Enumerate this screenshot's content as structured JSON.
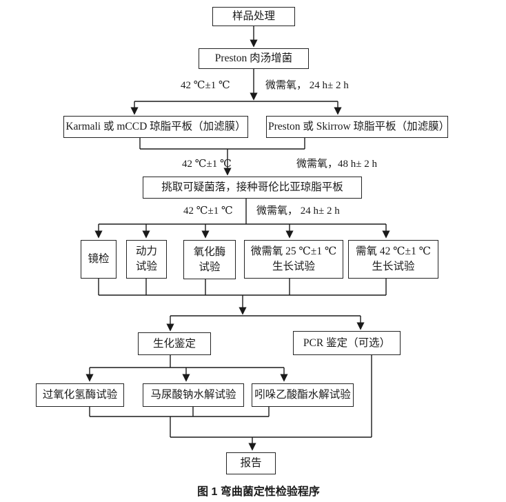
{
  "page": {
    "background": "#ffffff",
    "line_color": "#1a1a1a",
    "caption": "图 1 弯曲菌定性检验程序"
  },
  "nodes": {
    "sample": "样品处理",
    "enrichment": "Preston 肉汤增菌",
    "plate_karmali": "Karmali 或 mCCD 琼脂平板（加滤膜）",
    "plate_preston": "Preston 或 Skirrow 琼脂平板（加滤膜）",
    "pick_colonies": "挑取可疑菌落，接种哥伦比亚琼脂平板",
    "microscopy": "镜检",
    "motility": "动力\n试验",
    "oxidase": "氧化酶\n试验",
    "microaerobic_growth": "微需氧 25 ℃±1 ℃\n生长试验",
    "aerobic_growth": "需氧 42 ℃±1 ℃\n生长试验",
    "biochemical": "生化鉴定",
    "pcr": "PCR 鉴定（可选）",
    "catalase": "过氧化氢酶试验",
    "hippurate": "马尿酸钠水解试验",
    "indoxyl": "吲哚乙酸酯水解试验",
    "report": "报告"
  },
  "conditions": [
    {
      "left": "42 ℃±1 ℃",
      "right": "微需氧， 24 h± 2 h"
    },
    {
      "left": "42 ℃±1 ℃",
      "right": "微需氧，48 h± 2 h"
    },
    {
      "left": "42 ℃±1 ℃",
      "right": "微需氧， 24 h± 2 h"
    }
  ]
}
